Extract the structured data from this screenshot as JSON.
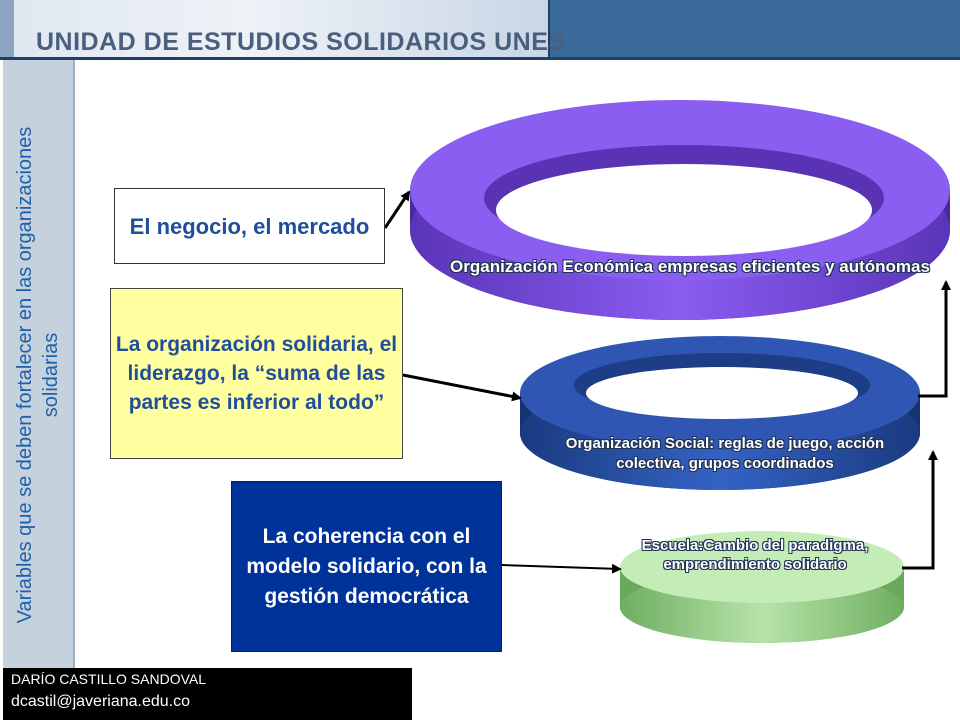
{
  "header": {
    "title": "UNIDAD DE ESTUDIOS SOLIDARIOS UNES"
  },
  "sidebar": {
    "text": "Variables que se deben fortalecer en las organizaciones solidarias"
  },
  "boxes": {
    "business": "El negocio, el mercado",
    "organization": "La organización solidaria, el liderazgo, la “suma de las partes es inferior al todo”",
    "coherence": "La coherencia con el modelo solidario, con la gestión democrática"
  },
  "rings": {
    "economic": "Organización Económica empresas eficientes y autónomas",
    "social": "Organización Social: reglas de juego, acción colectiva, grupos coordinados",
    "school": "Escuela:Cambio del paradigma, emprendimiento solidario"
  },
  "colors": {
    "economic_ring": "#7b4fd6",
    "social_ring": "#274a9e",
    "school_ring": "#9ccf8f",
    "coherence_box": "#003399",
    "organization_box": "#ffffa0"
  },
  "footer": {
    "name": "DARÍO CASTILLO SANDOVAL",
    "email": "dcastil@javeriana.edu.co"
  }
}
